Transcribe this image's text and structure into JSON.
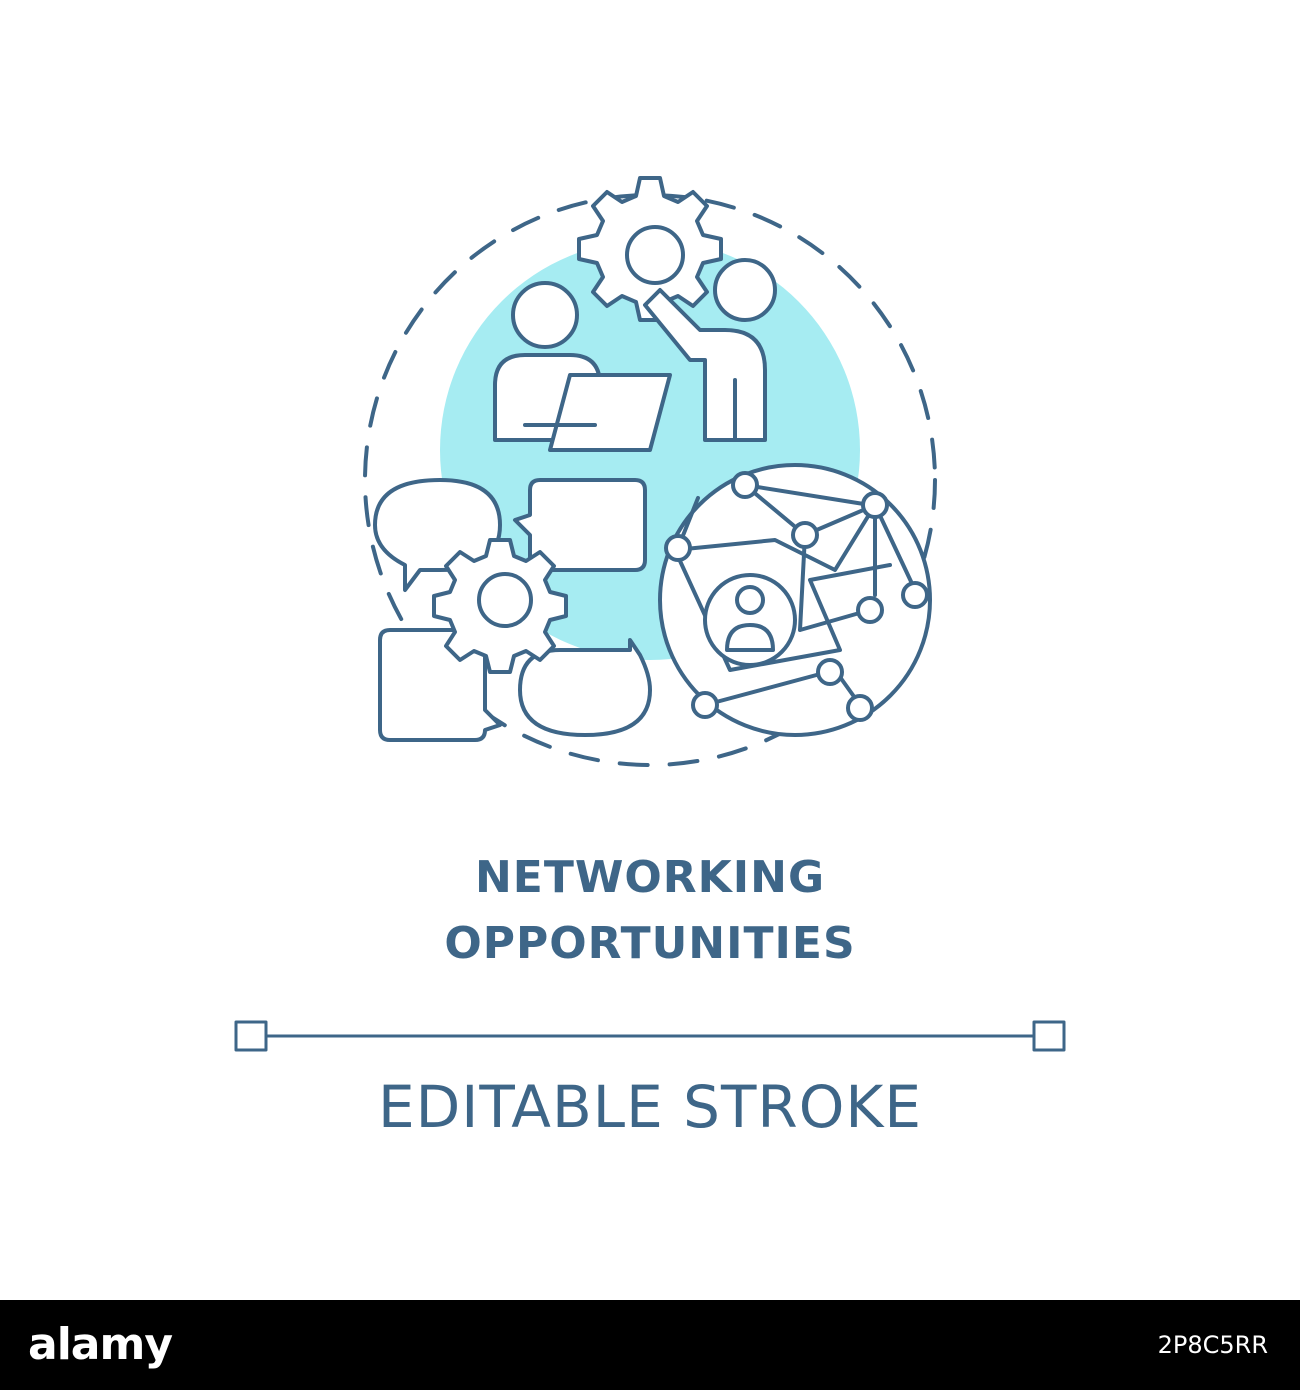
{
  "title": {
    "line1": "NETWORKING",
    "line2": "OPPORTUNITIES"
  },
  "caption": "EDITABLE STROKE",
  "footer": {
    "brand": "alamy",
    "image_id": "2P8C5RR"
  },
  "colors": {
    "stroke": "#3e6688",
    "accent_fill": "#a6ecf2",
    "background": "#ffffff",
    "footer_bg": "#000000"
  },
  "icons": [
    "people-gear-icon",
    "laptop-icon",
    "speech-bubble-icon",
    "gear-icon",
    "network-globe-icon",
    "user-icon"
  ]
}
